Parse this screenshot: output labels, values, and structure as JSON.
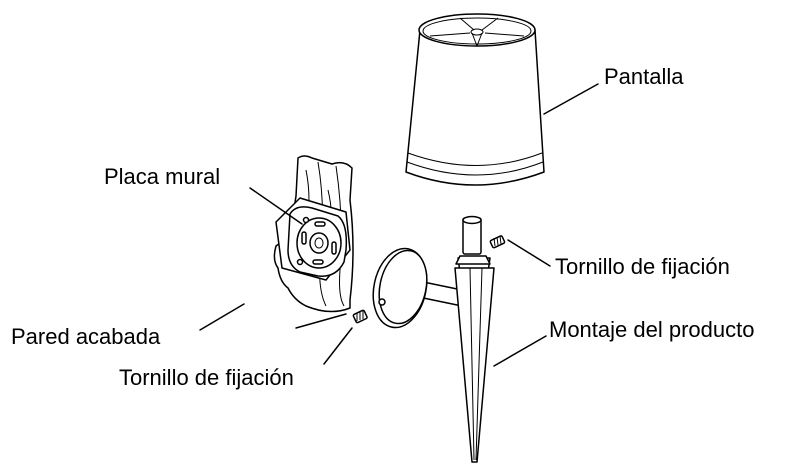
{
  "labels": {
    "shade": "Pantalla",
    "wall_plate": "Placa mural",
    "set_screw_right": "Tornillo de fijación",
    "finished_wall": "Pared acabada",
    "product_assembly": "Montaje del producto",
    "set_screw_left": "Tornillo de fijación"
  }
}
